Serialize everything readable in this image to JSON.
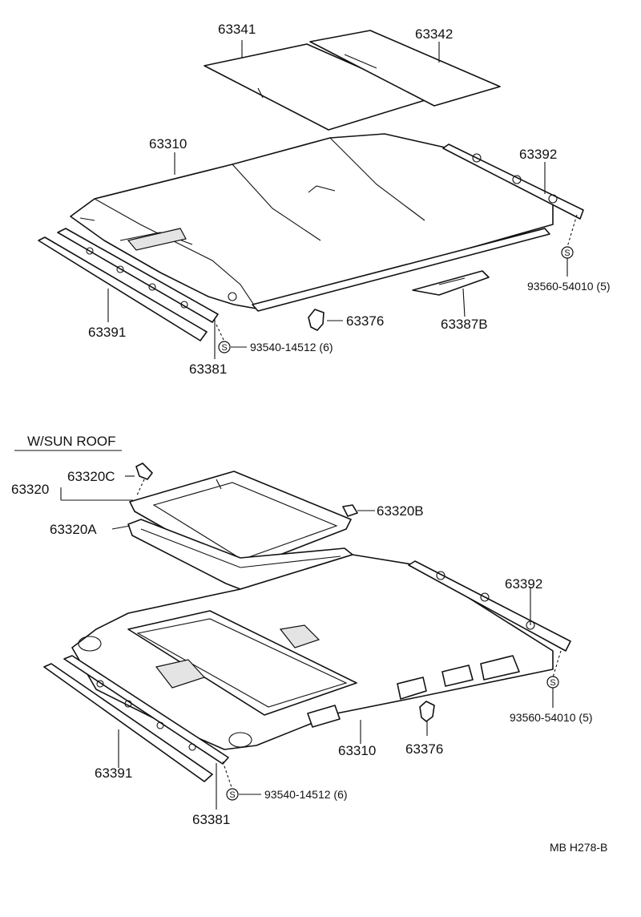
{
  "section_title": "W/SUN ROOF",
  "drawing_code": "MB H278-B",
  "fastener_symbol": "S",
  "top_view": {
    "part_63341": "63341",
    "part_63342": "63342",
    "part_63310": "63310",
    "part_63392": "63392",
    "part_63391": "63391",
    "part_63381": "63381",
    "part_63376": "63376",
    "part_63387b": "63387B",
    "fastener_rear": "93560-54010 (5)",
    "fastener_front": "93540-14512 (6)"
  },
  "sunroof_view": {
    "part_63320": "63320",
    "part_63320c": "63320C",
    "part_63320b": "63320B",
    "part_63320a": "63320A",
    "part_63392": "63392",
    "part_63391": "63391",
    "part_63381": "63381",
    "part_63310": "63310",
    "part_63376": "63376",
    "fastener_rear": "93560-54010 (5)",
    "fastener_front": "93540-14512 (6)"
  }
}
